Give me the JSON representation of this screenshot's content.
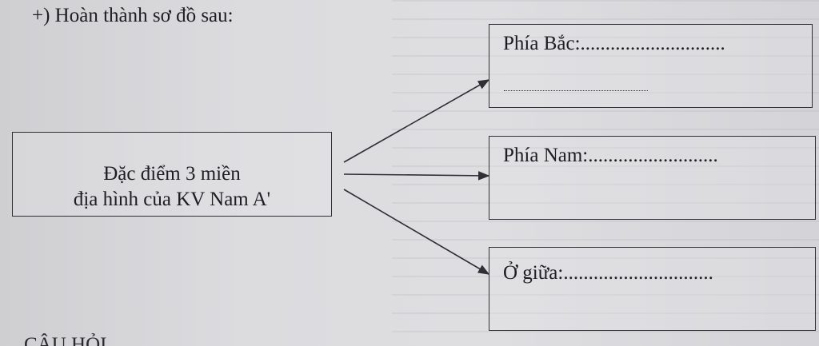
{
  "instruction": "+) Hoàn thành sơ đồ sau:",
  "center_box": {
    "line1": "Đặc điểm 3 miền",
    "line2": "địa hình của KV  Nam A'"
  },
  "targets": [
    {
      "label": "Phía Bắc:............................."
    },
    {
      "label": "Phía Nam:.........................."
    },
    {
      "label": "Ở giữa:.............................."
    }
  ],
  "bottom_partial": "CÂU HỎI",
  "colors": {
    "ink": "#2f2f35",
    "paper": "#dcdcdf"
  }
}
